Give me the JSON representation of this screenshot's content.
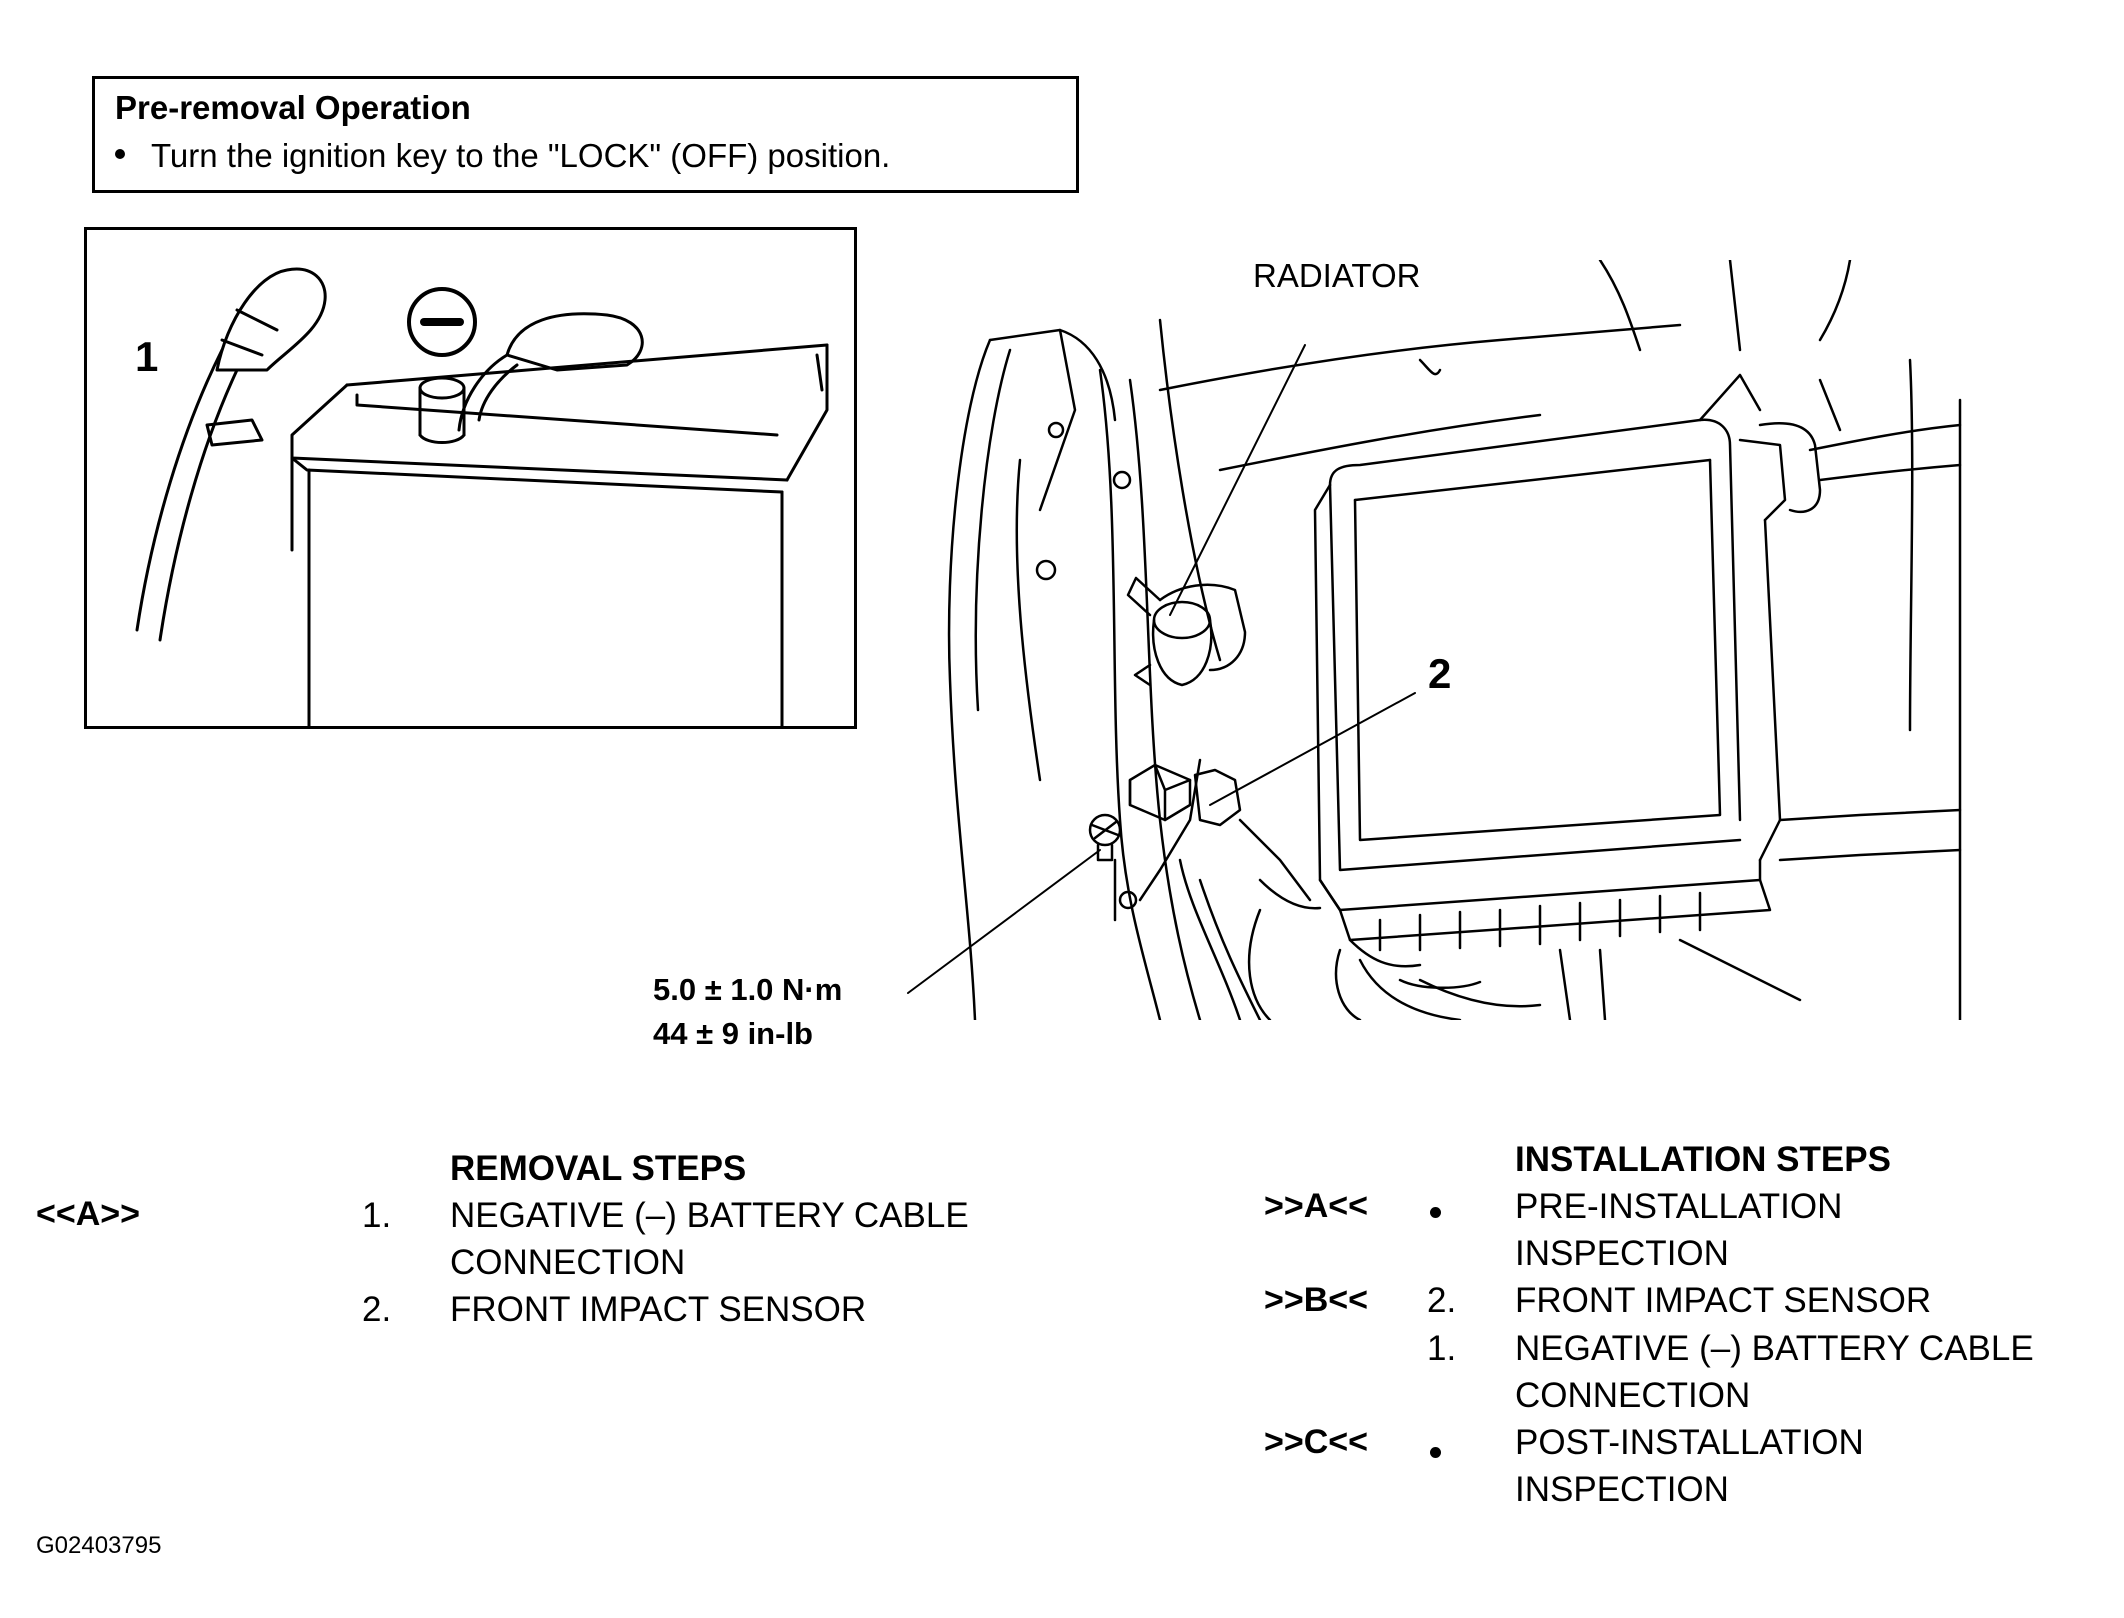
{
  "pre_removal": {
    "title": "Pre-removal Operation",
    "bullet": "Turn the ignition key to the \"LOCK\" (OFF) position."
  },
  "battery_figure": {
    "callout_1": "1",
    "minus_symbol": "–"
  },
  "engine_figure": {
    "radiator_label": "RADIATOR",
    "callout_2": "2",
    "torque_nm": "5.0 ± 1.0 N·m",
    "torque_inlb": "44 ± 9 in-lb"
  },
  "removal": {
    "heading": "REMOVAL STEPS",
    "code": "<<A>>",
    "steps": [
      {
        "num": "1.",
        "line1": "NEGATIVE (–) BATTERY CABLE",
        "line2": "CONNECTION"
      },
      {
        "num": "2.",
        "line1": "FRONT IMPACT SENSOR"
      }
    ]
  },
  "installation": {
    "heading": "INSTALLATION STEPS",
    "steps": [
      {
        "code": ">>A<<",
        "num": "",
        "line1": "PRE-INSTALLATION",
        "line2": "INSPECTION"
      },
      {
        "code": ">>B<<",
        "num": "2.",
        "line1": "FRONT IMPACT SENSOR"
      },
      {
        "code": "",
        "num": "1.",
        "line1": "NEGATIVE (–) BATTERY CABLE",
        "line2": "CONNECTION"
      },
      {
        "code": ">>C<<",
        "num": "",
        "line1": "POST-INSTALLATION",
        "line2": "INSPECTION"
      }
    ]
  },
  "figure_id": "G02403795"
}
